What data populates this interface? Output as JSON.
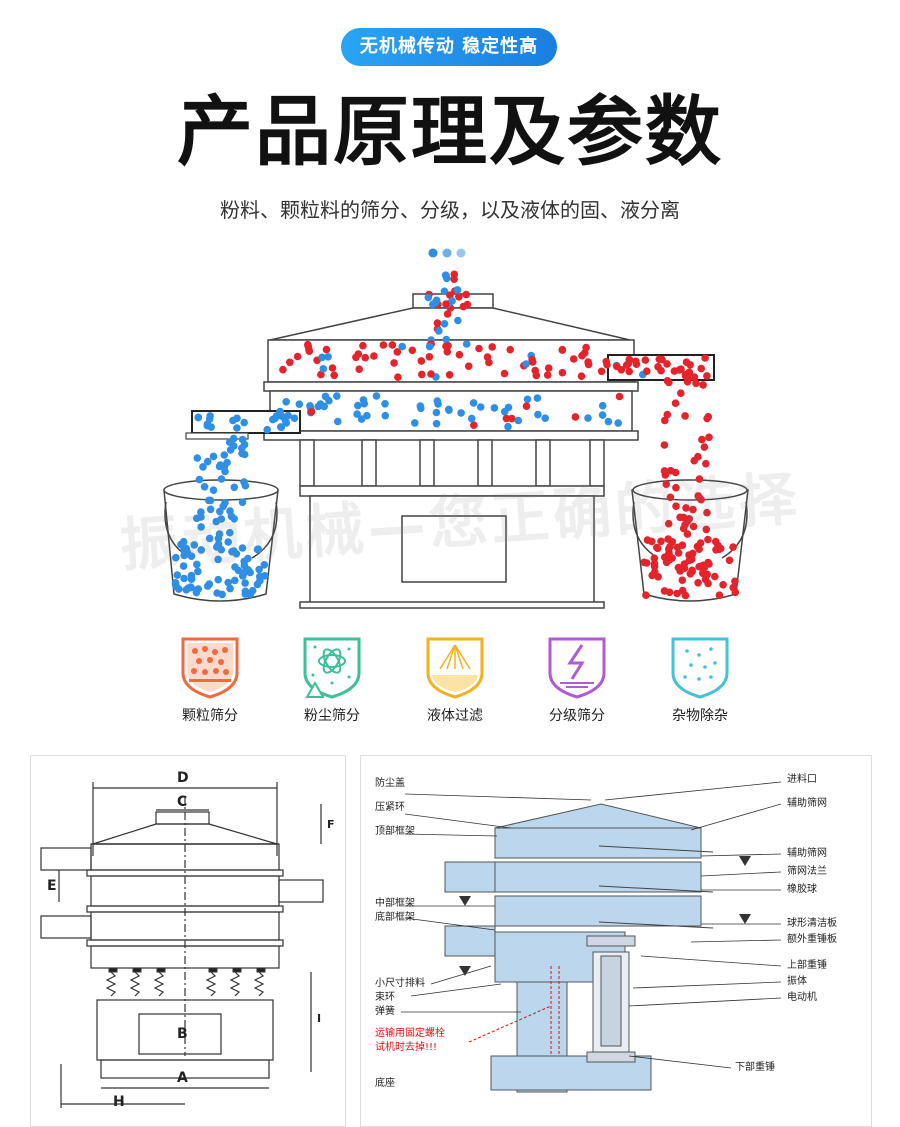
{
  "header": {
    "badge": "无机械传动 稳定性高",
    "title": "产品原理及参数",
    "subtitle": "粉料、颗粒料的筛分、分级，以及液体的固、液分离"
  },
  "watermark": "振动机械—您正确的选择",
  "features": [
    {
      "label": "颗粒筛分",
      "icon": "granule-screening-icon",
      "color": "#f06a3c"
    },
    {
      "label": "粉尘筛分",
      "icon": "dust-screening-icon",
      "color": "#3dbf9a"
    },
    {
      "label": "液体过滤",
      "icon": "liquid-filter-icon",
      "color": "#f3b21e"
    },
    {
      "label": "分级筛分",
      "icon": "grading-screening-icon",
      "color": "#b05ad8"
    },
    {
      "label": "杂物除杂",
      "icon": "impurity-removal-icon",
      "color": "#43c2d8"
    }
  ],
  "dimensions": {
    "D": "D",
    "C": "C",
    "F": "F",
    "E": "E",
    "B": "B",
    "A": "A",
    "H": "H",
    "I": "I"
  },
  "parts_left": [
    {
      "label": "防尘盖"
    },
    {
      "label": "压紧环"
    },
    {
      "label": "顶部框架"
    },
    {
      "label": "中部框架"
    },
    {
      "label": "底部框架"
    },
    {
      "label": "小尺寸排料"
    },
    {
      "label": "束环"
    },
    {
      "label": "弹簧"
    },
    {
      "label": "运输用固定螺栓"
    },
    {
      "label": "试机时去掉!!!"
    },
    {
      "label": "底座"
    }
  ],
  "parts_right": [
    {
      "label": "进料口"
    },
    {
      "label": "辅助筛网"
    },
    {
      "label": "辅助筛网"
    },
    {
      "label": "筛网法兰"
    },
    {
      "label": "橡胶球"
    },
    {
      "label": "球形清洁板"
    },
    {
      "label": "额外重锤板"
    },
    {
      "label": "上部重锤"
    },
    {
      "label": "振体"
    },
    {
      "label": "电动机"
    },
    {
      "label": "下部重锤"
    }
  ],
  "colors": {
    "accent_blue": "#1a7fe0",
    "particle_blue": "#2f8fe6",
    "particle_red": "#e5232b",
    "panel_blue": "#bcd6ee"
  }
}
